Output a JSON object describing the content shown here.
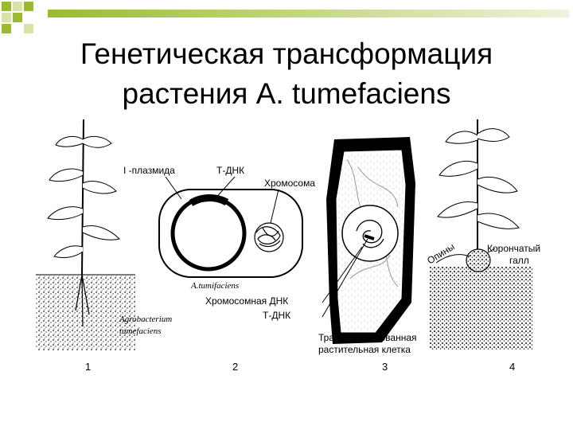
{
  "title": {
    "line1": "Генетическая трансформация",
    "line2": "растения A. tumefaciens"
  },
  "colors": {
    "accent": "#9bbb2e",
    "accent_light": "#d7e4a8",
    "ink": "#000000"
  },
  "panel1": {
    "caption_line1": "Agrobacterium",
    "caption_line2": "tumefaciens",
    "number": "1"
  },
  "panel2": {
    "label_plasmid": "I -плазмида",
    "label_tdna": "Т-ДНК",
    "label_chromosome": "Хромосома",
    "caption": "A.tumifaciens",
    "number": "2"
  },
  "panel3": {
    "label_chrom_dna": "Хромосомная ДНК",
    "label_tdna": "Т-ДНК",
    "caption_line1": "Трансформированная",
    "caption_line2": "растительная клетка",
    "number": "3"
  },
  "panel4": {
    "label_opines": "Опины",
    "label_gall_line1": "Корончатый",
    "label_gall_line2": "галл",
    "number": "4"
  }
}
